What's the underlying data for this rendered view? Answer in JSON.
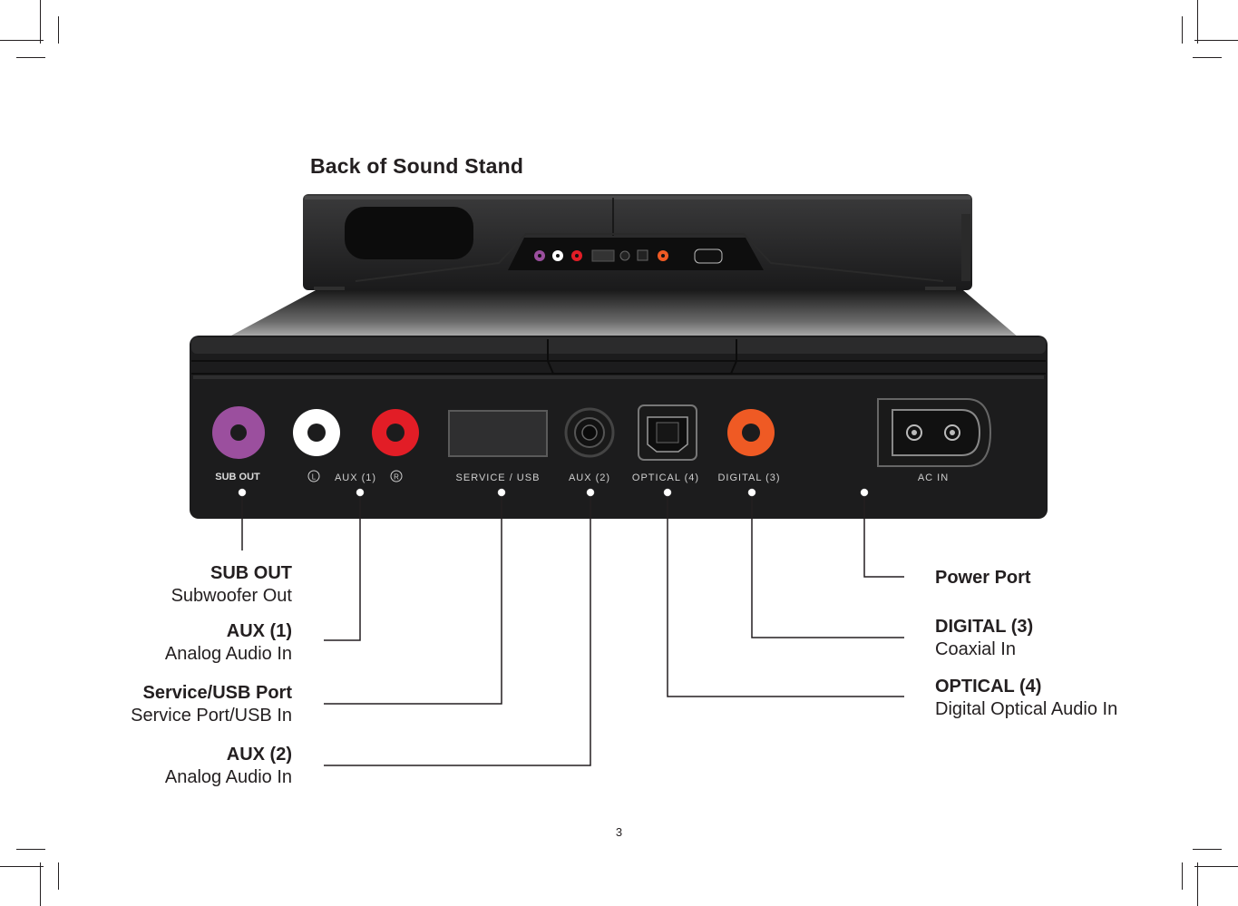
{
  "page": {
    "title": "Back of Sound Stand",
    "page_number": "3"
  },
  "panel_labels": {
    "sub_out": "SUB OUT",
    "aux1": "AUX (1)",
    "aux1_left": "L",
    "aux1_right": "R",
    "service_usb": "SERVICE / USB",
    "aux2": "AUX (2)",
    "optical4": "OPTICAL (4)",
    "digital3": "DIGITAL (3)",
    "ac_in": "AC IN"
  },
  "callouts": {
    "sub_out": {
      "name": "SUB OUT",
      "desc": "Subwoofer Out"
    },
    "aux1": {
      "name": "AUX (1)",
      "desc": "Analog Audio In"
    },
    "service_usb": {
      "name": "Service/USB Port",
      "desc": "Service Port/USB In"
    },
    "aux2": {
      "name": "AUX (2)",
      "desc": "Analog Audio In"
    },
    "power": {
      "name": "Power Port"
    },
    "digital3": {
      "name": "DIGITAL (3)",
      "desc": "Coaxial In"
    },
    "optical4": {
      "name": "OPTICAL (4)",
      "desc": "Digital Optical Audio In"
    }
  },
  "colors": {
    "sub_out_jack": "#9b4f9e",
    "aux_left_jack": "#ffffff",
    "aux_right_jack": "#e21d26",
    "digital_jack": "#ef5a24",
    "device_body": "#1c1c1d"
  }
}
